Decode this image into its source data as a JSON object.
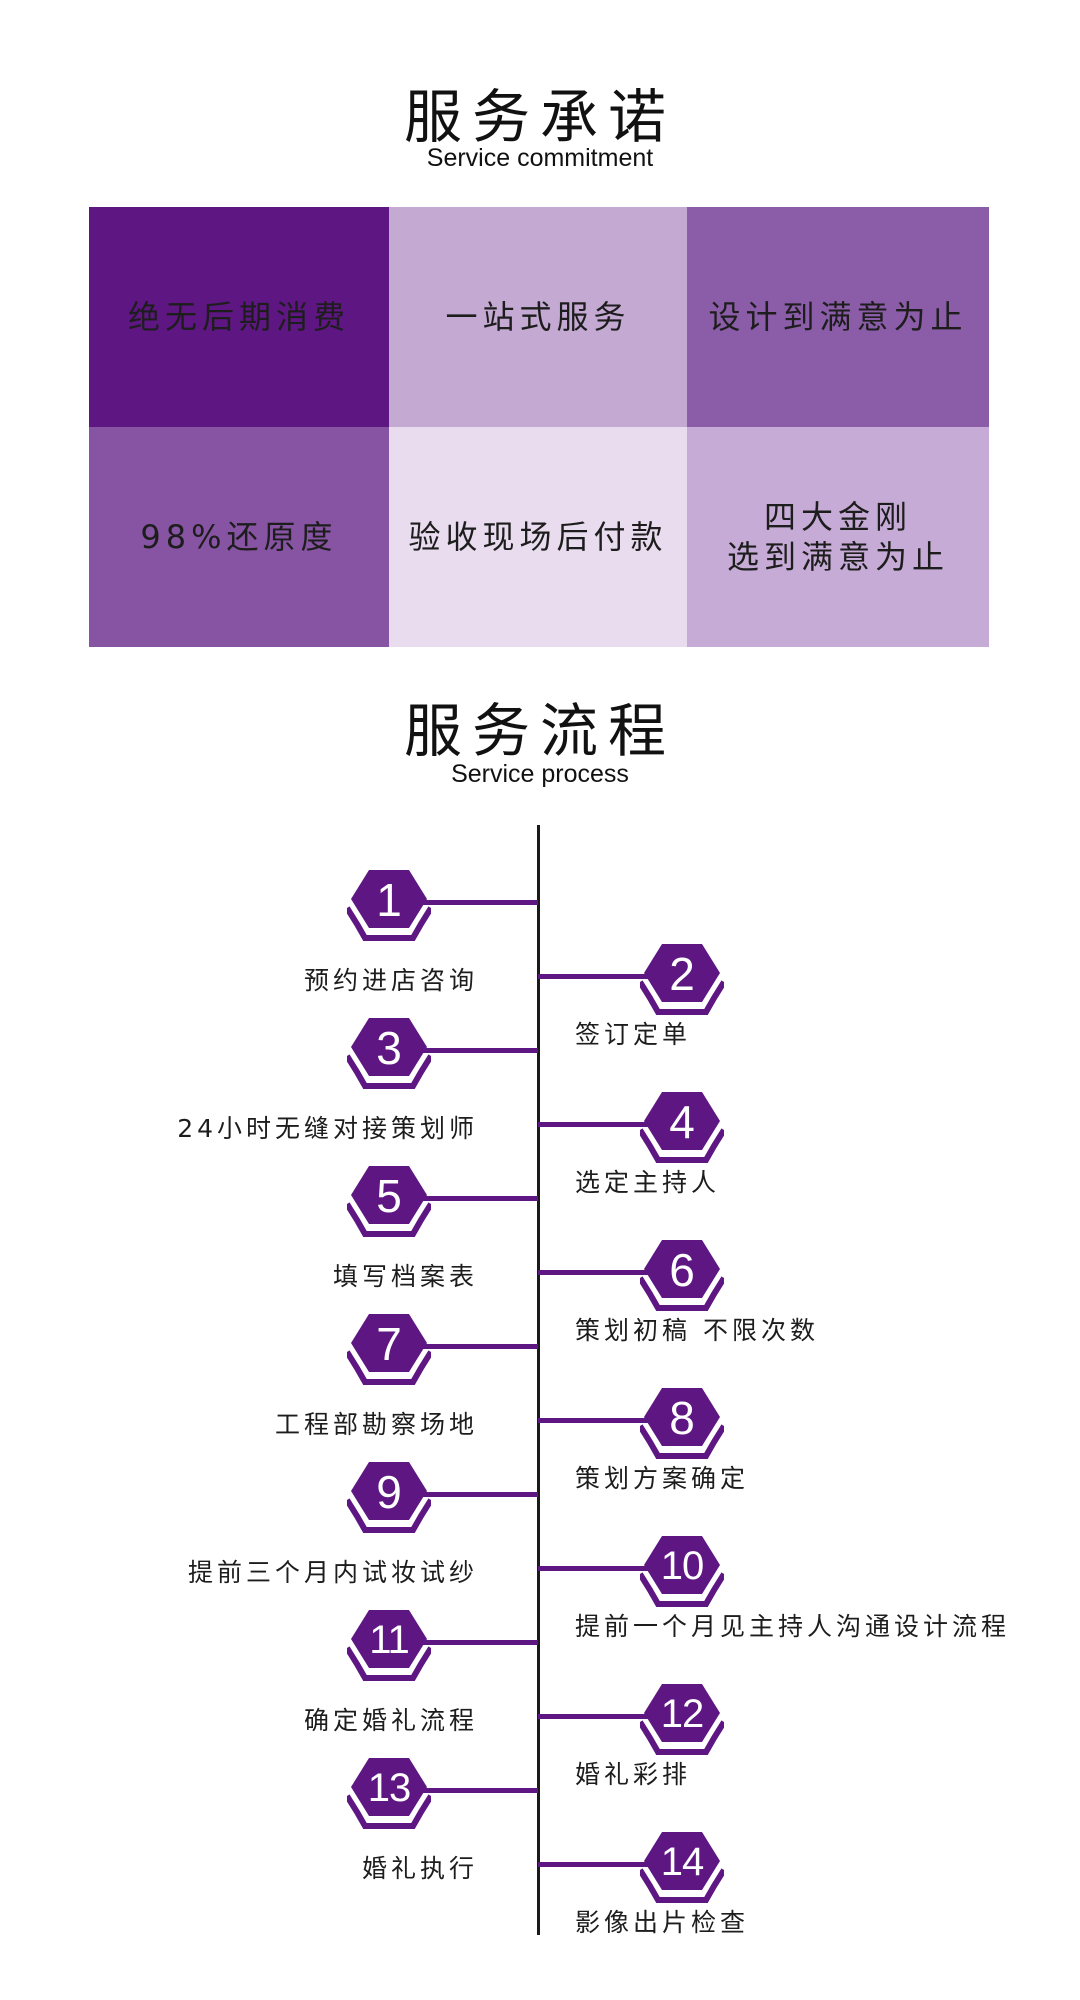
{
  "commitment": {
    "title": "服务承诺",
    "subtitle": "Service commitment",
    "cells": [
      {
        "line1": "绝无后期消费",
        "line2": ""
      },
      {
        "line1": "一站式服务",
        "line2": ""
      },
      {
        "line1": "设计到满意为止",
        "line2": ""
      },
      {
        "line1": "98%还原度",
        "line2": ""
      },
      {
        "line1": "验收现场后付款",
        "line2": ""
      },
      {
        "line1": "四大金刚",
        "line2": "选到满意为止"
      }
    ]
  },
  "process": {
    "title": "服务流程",
    "subtitle": "Service process",
    "steps": [
      {
        "num": "1",
        "label": "预约进店咨询"
      },
      {
        "num": "2",
        "label": "签订定单"
      },
      {
        "num": "3",
        "label": "24小时无缝对接策划师"
      },
      {
        "num": "4",
        "label": "选定主持人"
      },
      {
        "num": "5",
        "label": "填写档案表"
      },
      {
        "num": "6",
        "label": "策划初稿  不限次数"
      },
      {
        "num": "7",
        "label": "工程部勘察场地"
      },
      {
        "num": "8",
        "label": "策划方案确定"
      },
      {
        "num": "9",
        "label": "提前三个月内试妆试纱"
      },
      {
        "num": "10",
        "label": "提前一个月见主持人沟通设计流程"
      },
      {
        "num": "11",
        "label": "确定婚礼流程"
      },
      {
        "num": "12",
        "label": "婚礼彩排"
      },
      {
        "num": "13",
        "label": "婚礼执行"
      },
      {
        "num": "14",
        "label": "影像出片检查"
      }
    ]
  },
  "colors": {
    "primary": "#5e1683",
    "timeline": "#1a1a1a"
  }
}
